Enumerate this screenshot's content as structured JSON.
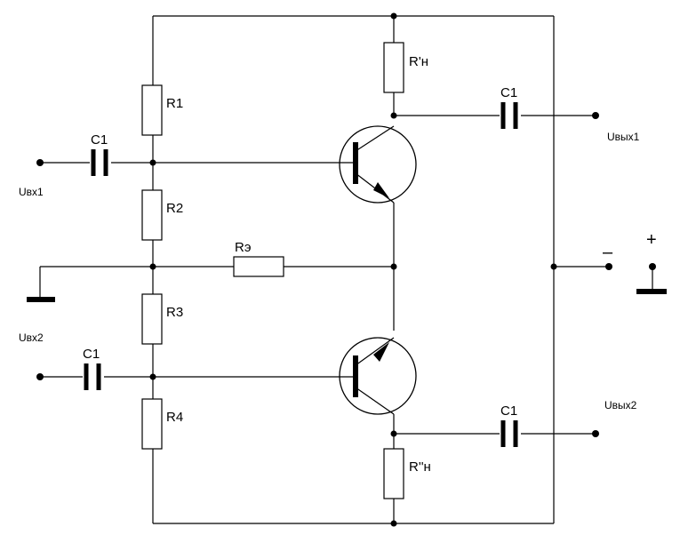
{
  "labels": {
    "r1": "R1",
    "r2": "R2",
    "r3": "R3",
    "r4": "R4",
    "re": "Rэ",
    "rn1": "R'н",
    "rn2": "R''н",
    "c_in1": "C1",
    "c_in2": "C1",
    "c_out1": "C1",
    "c_out2": "C1",
    "u_in1": "Uвх1",
    "u_in2": "Uвх2",
    "u_out1": "Uвых1",
    "u_out2": "Uвых2",
    "minus": "–",
    "plus": "+"
  }
}
